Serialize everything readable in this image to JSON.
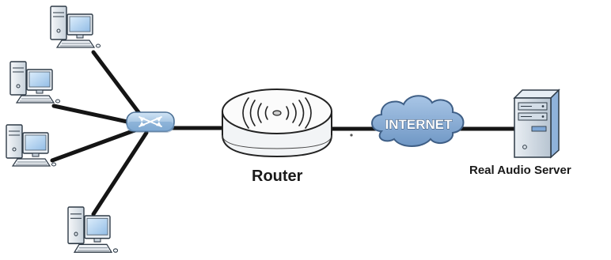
{
  "labels": {
    "router": "Router",
    "server": "Real Audio Server",
    "internet": "INTERNET"
  },
  "nodes": [
    {
      "id": "pc-1",
      "kind": "computer",
      "icon": "desktop-computer-icon"
    },
    {
      "id": "pc-2",
      "kind": "computer",
      "icon": "desktop-computer-icon"
    },
    {
      "id": "pc-3",
      "kind": "computer",
      "icon": "desktop-computer-icon"
    },
    {
      "id": "pc-4",
      "kind": "computer",
      "icon": "desktop-computer-icon"
    },
    {
      "id": "switch",
      "kind": "switch",
      "icon": "network-switch-icon"
    },
    {
      "id": "router",
      "kind": "router",
      "icon": "router-icon"
    },
    {
      "id": "internet",
      "kind": "cloud",
      "icon": "internet-cloud-icon"
    },
    {
      "id": "server",
      "kind": "server",
      "icon": "server-tower-icon"
    }
  ],
  "links": [
    [
      "pc-1",
      "switch"
    ],
    [
      "pc-2",
      "switch"
    ],
    [
      "pc-3",
      "switch"
    ],
    [
      "pc-4",
      "switch"
    ],
    [
      "switch",
      "router"
    ],
    [
      "router",
      "internet"
    ],
    [
      "internet",
      "server"
    ]
  ],
  "colors": {
    "line": "#151515",
    "switch_fill": "#a9cbe9",
    "switch_edge": "#4b6f94",
    "cloud_fill": "#8aaed4",
    "cloud_edge": "#3f5f86",
    "monitor_screen": "#b9d7f3",
    "device_body": "#dfe7ef",
    "device_edge": "#2e3a46",
    "server_blue": "#7ea7d6"
  }
}
